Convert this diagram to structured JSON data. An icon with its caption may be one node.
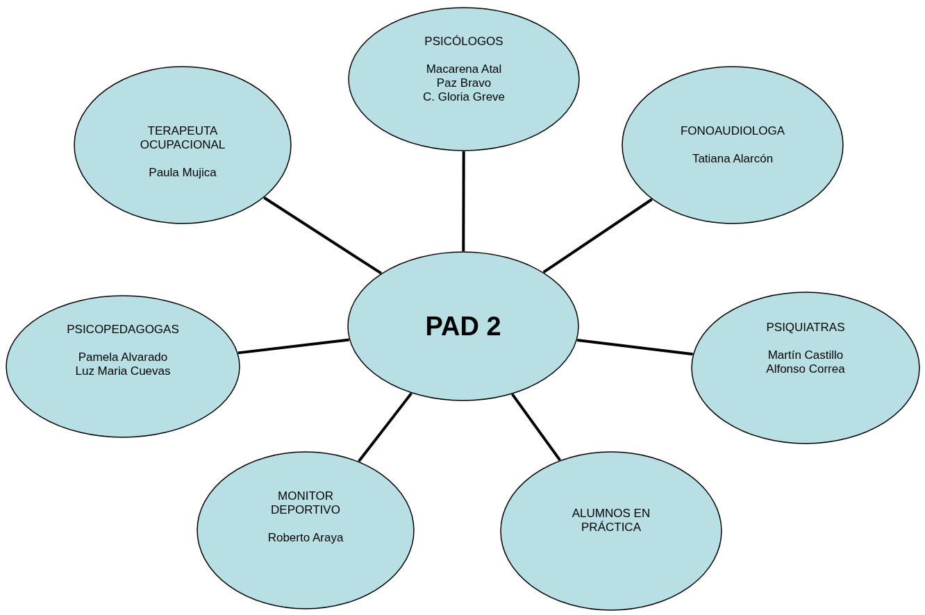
{
  "diagram": {
    "nodes": [
      {
        "text": [
          "PSICÓLOGOS",
          "Macarena Atal",
          "Paz Bravo",
          "C. Gloria Greve"
        ]
      },
      {
        "text": [
          "TERAPEUTA OCUPACIONAL",
          "Paula Mujica"
        ]
      },
      {
        "text": [
          "FONOAUDIOLOGA",
          "Tatiana Alarcón"
        ]
      },
      {
        "text": [
          "PAD 2"
        ]
      },
      {
        "text": [
          "PSICOPEDAGOGAS",
          "Pamela Alvarado",
          "Luz Maria Cuevas"
        ]
      },
      {
        "text": [
          "PSIQUIATRAS",
          "Martín Castillo",
          "Alfonso Correa"
        ]
      },
      {
        "text": [
          "MONITOR DEPORTIVO",
          "Roberto Araya"
        ]
      },
      {
        "text": [
          "ALUMNOS EN PRÁCTICA"
        ]
      }
    ],
    "edges": [
      {
        "from": 3,
        "to": 0,
        "arrow": "none"
      },
      {
        "from": 3,
        "to": 1,
        "arrow": "none"
      },
      {
        "from": 3,
        "to": 2,
        "arrow": "none"
      },
      {
        "from": 3,
        "to": 4,
        "arrow": "none"
      },
      {
        "from": 3,
        "to": 5,
        "arrow": "none"
      },
      {
        "from": 3,
        "to": 6,
        "arrow": "none"
      },
      {
        "from": 3,
        "to": 7,
        "arrow": "none"
      }
    ]
  }
}
